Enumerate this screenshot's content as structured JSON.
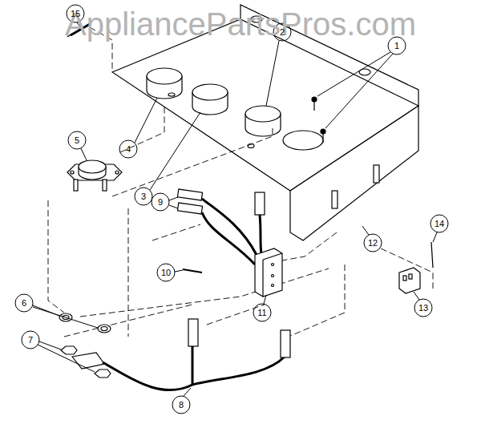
{
  "diagram": {
    "labels": [
      "AppliancePartsPros.com",
      "15",
      "1",
      "2",
      "4",
      "3",
      "5",
      "9",
      "10",
      "11",
      "12",
      "14",
      "13",
      "6",
      "7",
      "8"
    ]
  }
}
